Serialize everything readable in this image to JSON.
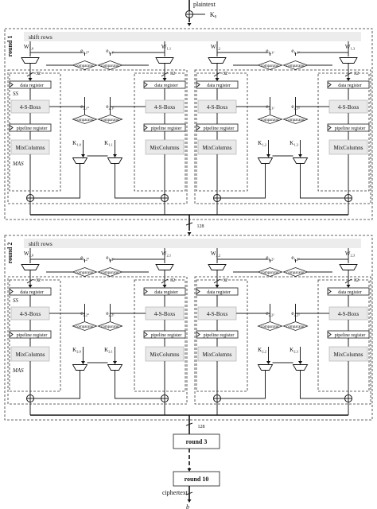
{
  "top": {
    "input_label": "plaintext",
    "key_label": "K",
    "key_sub": "0"
  },
  "bottom": {
    "output_label": "ciphertext",
    "caption": "b",
    "bus_width": "128"
  },
  "labels": {
    "shift_rows": "shift rows",
    "data_register": "data register",
    "sbox": "4-S-Boxs",
    "pipeline_register": "pipeline register",
    "mixcolumns": "MixColumns",
    "comparator": "comparator",
    "ss": "SS",
    "mas": "MAS",
    "width_32": "32",
    "width_128": "128"
  },
  "rounds": [
    {
      "title": "round 1",
      "halves": [
        {
          "w": [
            "W1,0",
            "W1,1"
          ],
          "k": [
            "K1,0",
            "K1,1"
          ],
          "e1": [
            "e1,1⁰",
            "e1,1¹"
          ],
          "e2": [
            "e2,1⁰",
            "e2,1¹"
          ]
        },
        {
          "w": [
            "W1,2",
            "W1,3"
          ],
          "k": [
            "K1,2",
            "K1,3"
          ],
          "e1": [
            "e1,1²",
            "e1,1³"
          ],
          "e2": [
            "e2,1²",
            "e2,1³"
          ]
        }
      ]
    },
    {
      "title": "round 2",
      "halves": [
        {
          "w": [
            "W2,0",
            "W2,1"
          ],
          "k": [
            "K2,0",
            "K2,1"
          ],
          "e1": [
            "e1,2⁰",
            "e1,2¹"
          ],
          "e2": [
            "e2,2⁰",
            "e2,2¹"
          ]
        },
        {
          "w": [
            "W2,2",
            "W2,3"
          ],
          "k": [
            "K2,2",
            "K2,3"
          ],
          "e1": [
            "e1,2²",
            "e1,2³"
          ],
          "e2": [
            "e2,2²",
            "e2,2³"
          ]
        }
      ]
    }
  ],
  "round_boxes": [
    "round 3",
    "round 10"
  ]
}
